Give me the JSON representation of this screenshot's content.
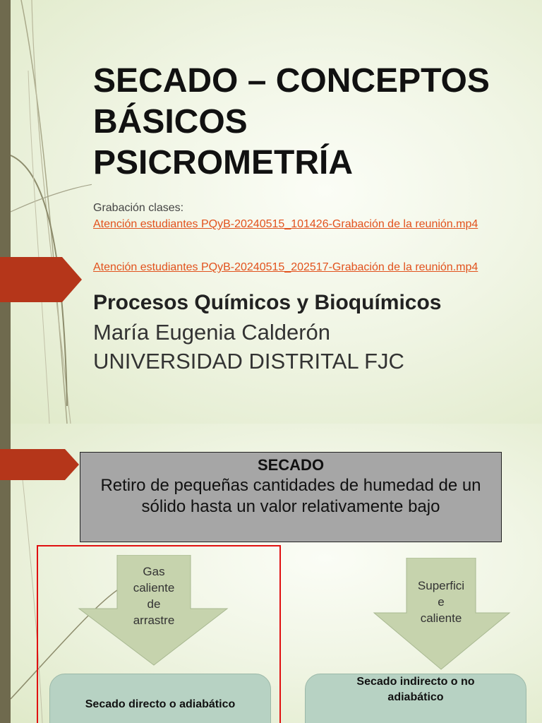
{
  "slide1": {
    "title_lines": [
      "SECADO – CONCEPTOS",
      "BÁSICOS",
      "PSICROMETRÍA"
    ],
    "recording_label": "Grabación clases:",
    "links": [
      "Atención estudiantes PQyB-20240515_101426-Grabación de la reunión.mp4",
      "Atención estudiantes PQyB-20240515_202517-Grabación de la reunión.mp4"
    ],
    "course": "Procesos Químicos y Bioquímicos",
    "author": "María Eugenia Calderón",
    "university": "UNIVERSIDAD DISTRITAL FJC"
  },
  "slide2": {
    "heading": "SECADO",
    "definition": "Retiro de pequeñas cantidades de humedad de un sólido  hasta un valor relativamente bajo",
    "arrow_left_lines": [
      "Gas",
      "caliente",
      "de",
      "arrastre"
    ],
    "arrow_right_lines": [
      "Superfici",
      "e",
      "caliente"
    ],
    "box_left": "Secado directo o adiabático",
    "box_right_lines": [
      "Secado indirecto o no",
      "adiabático"
    ]
  },
  "colors": {
    "sidebar": "#6f6a4e",
    "tag": "#b5361a",
    "link": "#e2521d",
    "definition_box": "#a6a6a6",
    "arrow_fill": "#c6d3ad",
    "result_box": "#b7d2c3",
    "frame": "#e01010"
  }
}
